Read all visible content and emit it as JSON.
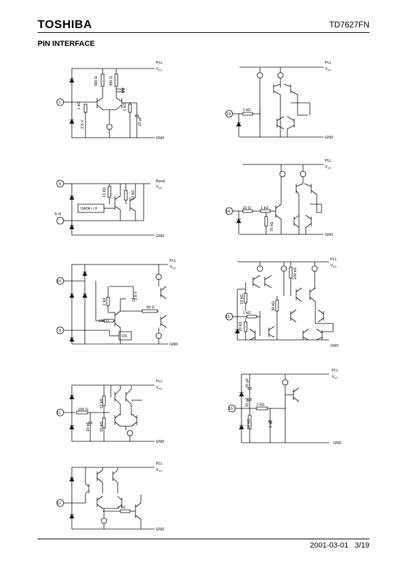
{
  "header": {
    "logo": "TOSHIBA",
    "part_number": "TD7627FN"
  },
  "section_title": "PIN INTERFACE",
  "footer": {
    "date": "2001-03-01",
    "page": "3/19"
  },
  "circuits": [
    {
      "pin": "1",
      "top": "PLL",
      "vcc": "V",
      "vcc_sub": "CC",
      "gnd": "GND",
      "labels": [
        "300 Ω",
        "300 Ω",
        "1 kΩ",
        "1 kΩ",
        "2.5 V",
        "15 pF"
      ]
    },
    {
      "pin": "13",
      "top": "PLL",
      "vcc": "V",
      "vcc_sub": "CC",
      "gnd": "GND",
      "labels": [
        "1 kΩ"
      ]
    },
    {
      "pin": "4",
      "pin2": "5~8",
      "top": "Band",
      "vcc": "V",
      "vcc_sub": "CC",
      "gnd": "GND",
      "labels": [
        "13 kΩ",
        "13 kΩ",
        "DATA I / F"
      ]
    },
    {
      "pin": "14",
      "top": "PLL",
      "vcc": "V",
      "vcc_sub": "CC",
      "gnd": "GND",
      "labels": [
        "22 Ω",
        "1 kΩ",
        "70 kΩ"
      ]
    },
    {
      "pin": "10",
      "pin2": "9",
      "top": "PLL",
      "vcc": "V",
      "vcc_sub": "CC",
      "gnd": "GND",
      "labels": [
        "2.8 V",
        "2 kΩ",
        "100 Ω",
        "50 Ω",
        "OS"
      ]
    },
    {
      "pin": "15",
      "top": "PLL",
      "vcc": "V",
      "vcc_sub": "CC",
      "gnd": "GND",
      "labels": [
        "100 kΩ",
        "10 kΩ",
        "30 kΩ",
        "1 kΩ",
        "10 kΩ"
      ]
    },
    {
      "pin": "11",
      "top": "PLL",
      "vcc": "V",
      "vcc_sub": "CC",
      "gnd": "GND",
      "labels": [
        "100 Ω",
        "52 kΩ",
        "52 kΩ",
        "10 pF"
      ]
    },
    {
      "pin": "16",
      "top": "PLL",
      "vcc": "V",
      "vcc_sub": "CC",
      "gnd": "GND",
      "labels": [
        "25 pF",
        "25 pF",
        "2 kΩ",
        "50 kΩ",
        "2 pF"
      ]
    },
    {
      "pin": "12",
      "top": "PLL",
      "vcc": "V",
      "vcc_sub": "CC",
      "gnd": "GND",
      "labels": [
        "1 kΩ"
      ]
    }
  ]
}
